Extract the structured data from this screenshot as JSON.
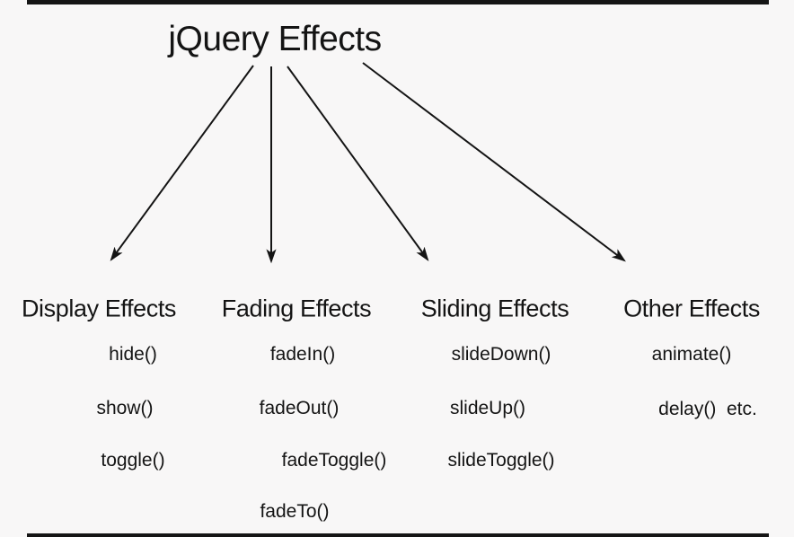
{
  "title": "jQuery Effects",
  "columns": [
    {
      "header": "Display Effects",
      "items": [
        "hide()",
        "show()",
        "toggle()"
      ]
    },
    {
      "header": "Fading Effects",
      "items": [
        "fadeIn()",
        "fadeOut()",
        "fadeToggle()",
        "fadeTo()"
      ]
    },
    {
      "header": "Sliding Effects",
      "items": [
        "slideDown()",
        "slideUp()",
        "slideToggle()"
      ]
    },
    {
      "header": "Other Effects",
      "items": [
        "animate()",
        "delay()  etc."
      ]
    }
  ],
  "connections": [
    {
      "from": "jQuery Effects",
      "to": "Display Effects"
    },
    {
      "from": "jQuery Effects",
      "to": "Fading Effects"
    },
    {
      "from": "jQuery Effects",
      "to": "Sliding Effects"
    },
    {
      "from": "jQuery Effects",
      "to": "Other Effects"
    }
  ],
  "colors": {
    "background": "#f8f7f7",
    "text": "#141414",
    "arrow": "#141414",
    "frame_bar": "#151515"
  }
}
